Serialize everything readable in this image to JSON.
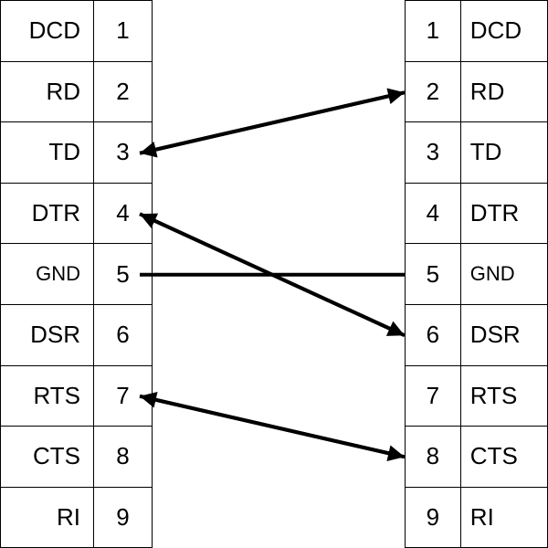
{
  "left_connector": {
    "pins": [
      {
        "name": "DCD",
        "num": "1"
      },
      {
        "name": "RD",
        "num": "2"
      },
      {
        "name": "TD",
        "num": "3"
      },
      {
        "name": "DTR",
        "num": "4"
      },
      {
        "name": "GND",
        "num": "5"
      },
      {
        "name": "DSR",
        "num": "6"
      },
      {
        "name": "RTS",
        "num": "7"
      },
      {
        "name": "CTS",
        "num": "8"
      },
      {
        "name": "RI",
        "num": "9"
      }
    ]
  },
  "right_connector": {
    "pins": [
      {
        "num": "1",
        "name": "DCD"
      },
      {
        "num": "2",
        "name": "RD"
      },
      {
        "num": "3",
        "name": "TD"
      },
      {
        "num": "4",
        "name": "DTR"
      },
      {
        "num": "5",
        "name": "GND"
      },
      {
        "num": "6",
        "name": "DSR"
      },
      {
        "num": "7",
        "name": "RTS"
      },
      {
        "num": "8",
        "name": "CTS"
      },
      {
        "num": "9",
        "name": "RI"
      }
    ]
  },
  "connections": [
    {
      "from_pin": 3,
      "to_pin": 2,
      "arrow_at": "right"
    },
    {
      "from_pin": 2,
      "to_pin": 3,
      "arrow_at": "left"
    },
    {
      "from_pin": 4,
      "to_pin": 6,
      "arrow_at": "right"
    },
    {
      "from_pin": 6,
      "to_pin": 4,
      "arrow_at": "left"
    },
    {
      "from_pin": 5,
      "to_pin": 5,
      "arrow_at": "none"
    },
    {
      "from_pin": 7,
      "to_pin": 8,
      "arrow_at": "right"
    },
    {
      "from_pin": 8,
      "to_pin": 7,
      "arrow_at": "left"
    }
  ]
}
